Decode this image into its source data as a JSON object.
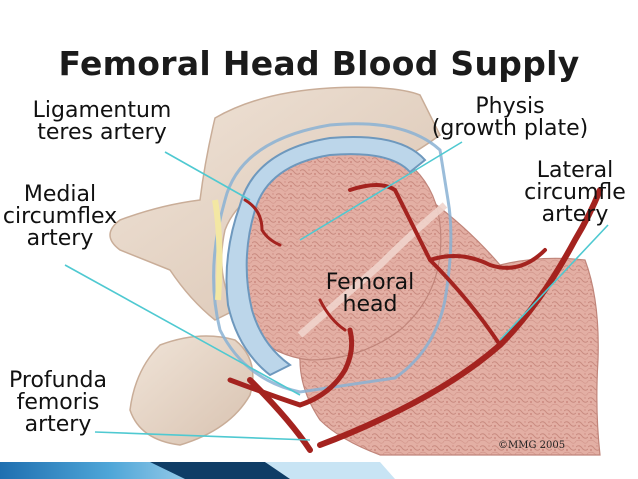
{
  "title": "Femoral Head Blood Supply",
  "labels": {
    "ligamentum": [
      "Ligamentum",
      "teres artery"
    ],
    "physis": [
      "Physis",
      "(growth plate)"
    ],
    "lateral": [
      "Lateral",
      "circumfle",
      "artery"
    ],
    "medial": [
      "Medial",
      "circumflex",
      "artery"
    ],
    "femoral_head": [
      "Femoral",
      "head"
    ],
    "profunda": [
      "Profunda",
      "femoris",
      "artery"
    ]
  },
  "copyright": "©MMG 2005",
  "colors": {
    "bone": "#dca39a",
    "bone_light": "#ead0c8",
    "cartilage": "#bcd6ea",
    "artery": "#a4231f",
    "pointer": "#4fc9d1",
    "accent_blue": "#2f7fbf"
  }
}
